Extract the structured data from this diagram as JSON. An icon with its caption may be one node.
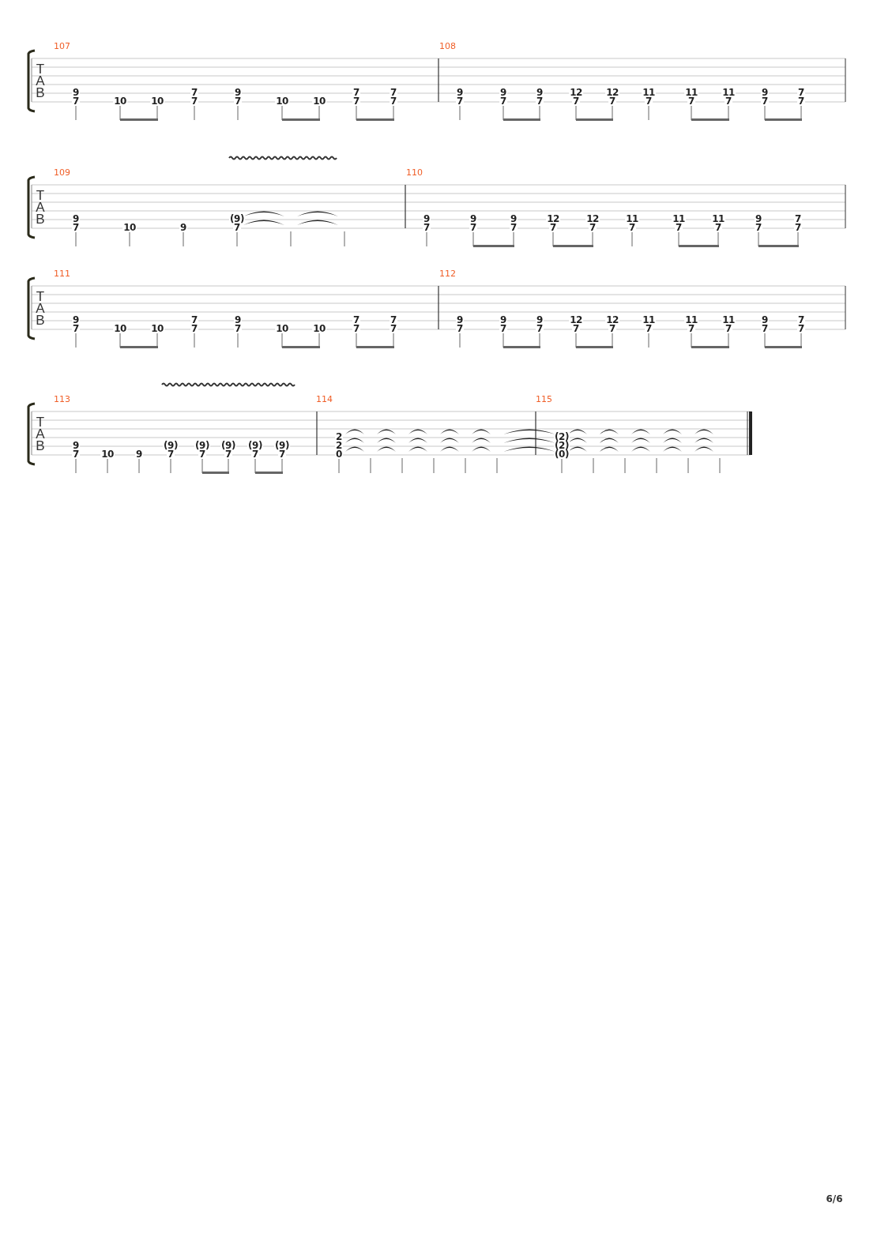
{
  "diagram": {
    "labels": [
      "107",
      "T",
      "A",
      "B",
      "9",
      "7",
      "10",
      "10",
      "7",
      "7",
      "9",
      "7",
      "10",
      "10",
      "7",
      "7",
      "7",
      "7",
      "108",
      "9",
      "7",
      "9",
      "7",
      "9",
      "7",
      "12",
      "7",
      "12",
      "7",
      "11",
      "7",
      "11",
      "7",
      "11",
      "7",
      "9",
      "7",
      "7",
      "7",
      "109",
      "T",
      "A",
      "B",
      "9",
      "7",
      "10",
      "9",
      "(9)",
      "7",
      "110",
      "9",
      "7",
      "9",
      "7",
      "9",
      "7",
      "12",
      "7",
      "12",
      "7",
      "11",
      "7",
      "11",
      "7",
      "11",
      "7",
      "9",
      "7",
      "7",
      "7",
      "111",
      "T",
      "A",
      "B",
      "9",
      "7",
      "10",
      "10",
      "7",
      "7",
      "9",
      "7",
      "10",
      "10",
      "7",
      "7",
      "7",
      "7",
      "112",
      "9",
      "7",
      "9",
      "7",
      "9",
      "7",
      "12",
      "7",
      "12",
      "7",
      "11",
      "7",
      "11",
      "7",
      "11",
      "7",
      "9",
      "7",
      "7",
      "7",
      "113",
      "T",
      "A",
      "B",
      "9",
      "7",
      "10",
      "9",
      "(9)",
      "7",
      "(9)",
      "7",
      "(9)",
      "7",
      "(9)",
      "7",
      "(9)",
      "7",
      "114",
      "2",
      "2",
      "0",
      "115",
      "(2)",
      "(2)",
      "(0)",
      "6/6"
    ]
  }
}
